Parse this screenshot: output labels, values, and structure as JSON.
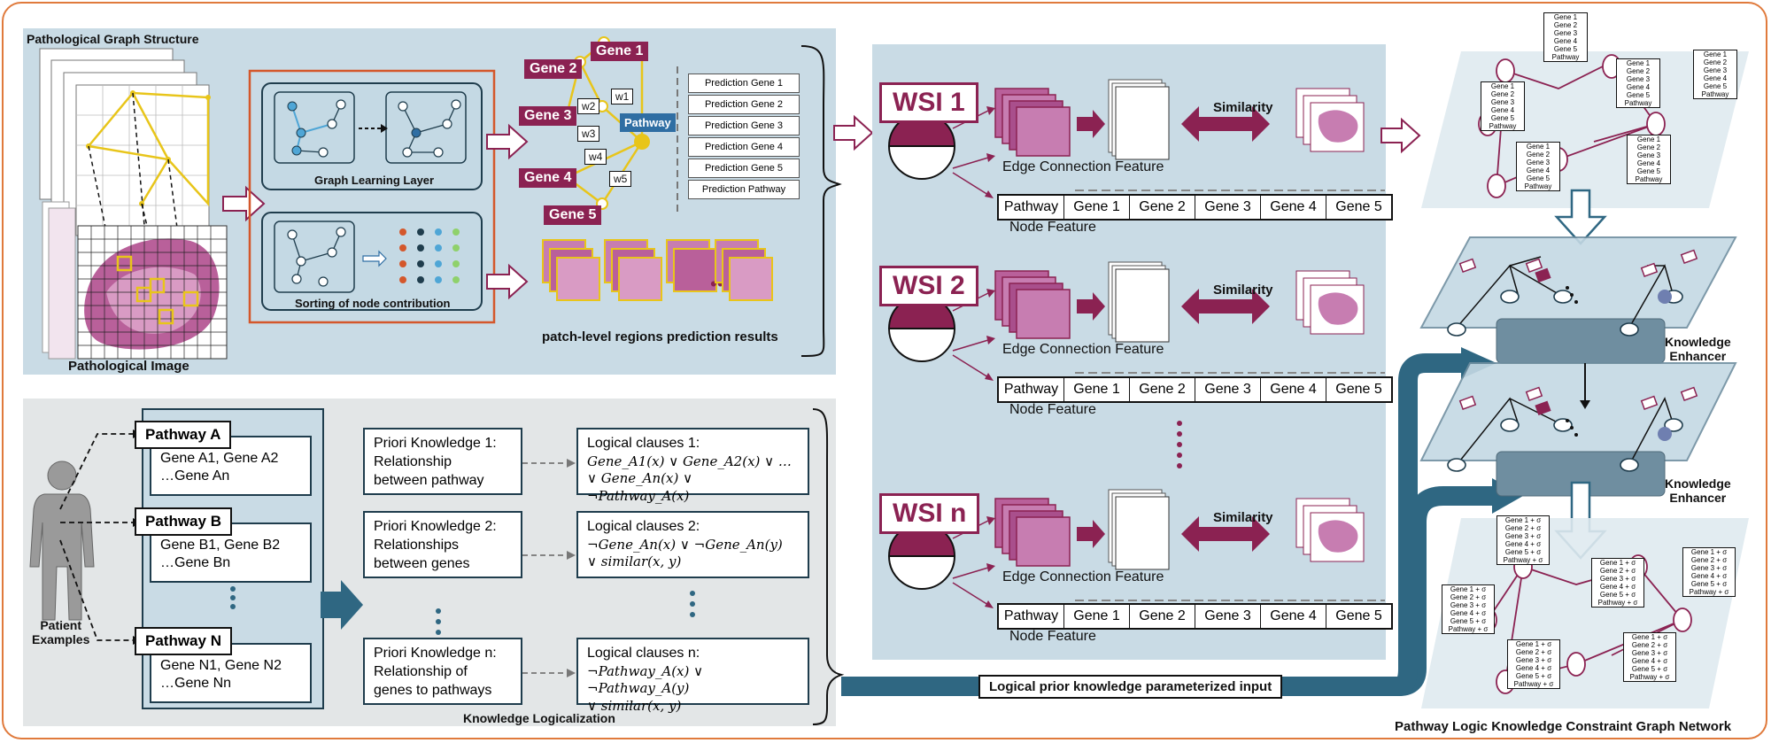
{
  "top_left": {
    "title": "Pathological Graph Structure",
    "image_label": "Pathological Image",
    "graph_learning_label": "Graph Learning Layer",
    "sorting_label": "Sorting of node contribution",
    "patch_label": "patch-level regions prediction results",
    "genes": [
      "Gene 1",
      "Gene 2",
      "Gene 3",
      "Gene 4",
      "Gene 5"
    ],
    "pathway": "Pathway",
    "weights": [
      "w1",
      "w2",
      "w3",
      "w4",
      "w5"
    ],
    "predictions": [
      "Prediction Gene 1",
      "Prediction Gene 2",
      "Prediction Gene 3",
      "Prediction Gene 4",
      "Prediction Gene 5",
      "Prediction Pathway"
    ]
  },
  "bottom_left": {
    "patient_label": "Patient\nExamples",
    "pathways": [
      {
        "head": "Pathway A",
        "line1": "Gene A1, Gene A2",
        "line2": "…Gene An"
      },
      {
        "head": "Pathway B",
        "line1": "Gene B1, Gene B2",
        "line2": "…Gene Bn"
      },
      {
        "head": "Pathway N",
        "line1": "Gene N1, Gene N2",
        "line2": "…Gene Nn"
      }
    ],
    "priori": [
      {
        "t1": "Priori Knowledge 1:",
        "t2": "Relationship",
        "t3": "between pathway"
      },
      {
        "t1": "Priori Knowledge 2:",
        "t2": "Relationships",
        "t3": "between genes"
      },
      {
        "t1": "Priori Knowledge n:",
        "t2": "Relationship  of",
        "t3": "genes to pathways"
      }
    ],
    "clauses": [
      {
        "t1": "Logical clauses 1:",
        "t2": "Gene_A1(x) ∨ Gene_A2(x) ∨ …",
        "t3": "∨ Gene_An(x) ∨ ¬Pathway_A(x)"
      },
      {
        "t1": "Logical clauses 2:",
        "t2": "¬Gene_An(x) ∨ ¬Gene_An(y)",
        "t3": "∨ similar(x, y)"
      },
      {
        "t1": "Logical clauses n:",
        "t2": "¬Pathway_A(x) ∨ ¬Pathway_A(y)",
        "t3": "∨ similar(x, y)"
      }
    ],
    "footer": "Knowledge Logicalization"
  },
  "middle": {
    "wsis": [
      "WSI 1",
      "WSI 2",
      "WSI n"
    ],
    "similarity": "Similarity",
    "edge_label": "Edge Connection Feature",
    "node_label": "Node Feature",
    "node_cols": [
      "Pathway",
      "Gene 1",
      "Gene 2",
      "Gene 3",
      "Gene 4",
      "Gene 5"
    ]
  },
  "bottom_banner": "Logical prior knowledge parameterized input",
  "right": {
    "enhancer": "Knowledge\nEnhancer",
    "footer": "Pathway Logic Knowledge Constraint Graph Network",
    "gene_list": [
      "Gene 1",
      "Gene 2",
      "Gene 3",
      "Gene 4",
      "Gene 5",
      "Pathway"
    ],
    "gene_list_sigma": [
      "Gene 1 + σ",
      "Gene 2 + σ",
      "Gene 3 + σ",
      "Gene 4 + σ",
      "Gene 5 + σ",
      "Pathway + σ"
    ]
  },
  "colors": {
    "maroon": "#8b2252",
    "panel_blue": "#c9dbe5",
    "panel_gray": "#e3e6e7",
    "gold": "#e8c51a",
    "teal": "#2f6782",
    "orange_border": "#e07a3c"
  }
}
